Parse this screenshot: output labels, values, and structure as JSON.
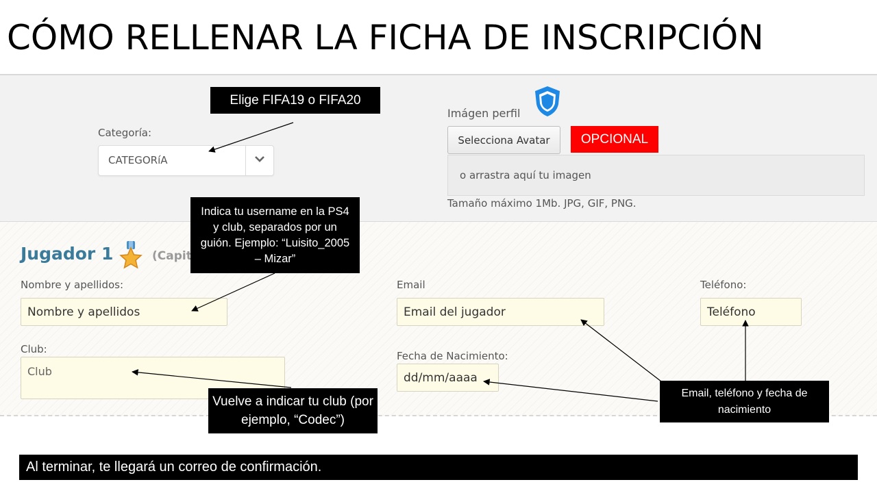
{
  "slide": {
    "title": "CÓMO RELLENAR LA FICHA DE INSCRIPCIÓN",
    "footer": "Al terminar, te llegará un correo de confirmación."
  },
  "form": {
    "categoria_label": "Categoría:",
    "categoria_value": "CATEGORíA",
    "imagen_label": "Imágen perfil",
    "avatar_button": "Selecciona Avatar",
    "drop_text": "o arrastra aquí tu imagen",
    "size_note": "Tamaño máximo 1Mb. JPG, GIF, PNG.",
    "player_title": "Jugador 1",
    "player_sub": "(Capit",
    "nombre_label": "Nombre y apellidos:",
    "nombre_placeholder": "Nombre y apellidos",
    "club_label": "Club:",
    "club_placeholder": "Club",
    "email_label": "Email",
    "email_placeholder": "Email del jugador",
    "fecha_label": "Fecha de Nacimiento:",
    "fecha_placeholder": "dd/mm/aaaa",
    "telefono_label": "Teléfono:",
    "telefono_placeholder": "Teléfono"
  },
  "callouts": {
    "fifa": "Elige FIFA19 o FIFA20",
    "opcional": "OPCIONAL",
    "username": "Indica tu username  en la PS4 y club, separados  por un guión. Ejemplo: “Luisito_2005 – Mizar”",
    "club": "Vuelve a indicar tu club (por ejemplo, “Codec”)",
    "contacto": "Email, teléfono y fecha de nacimiento"
  },
  "colors": {
    "opcional_bg": "#ff0000",
    "player_title": "#3a7a9a",
    "field_bg": "#fefbe6",
    "shield": "#1e88e5"
  },
  "icons": {
    "shield": "shield-icon",
    "badge": "star-medal-icon",
    "select": "chevron-down-icon"
  }
}
